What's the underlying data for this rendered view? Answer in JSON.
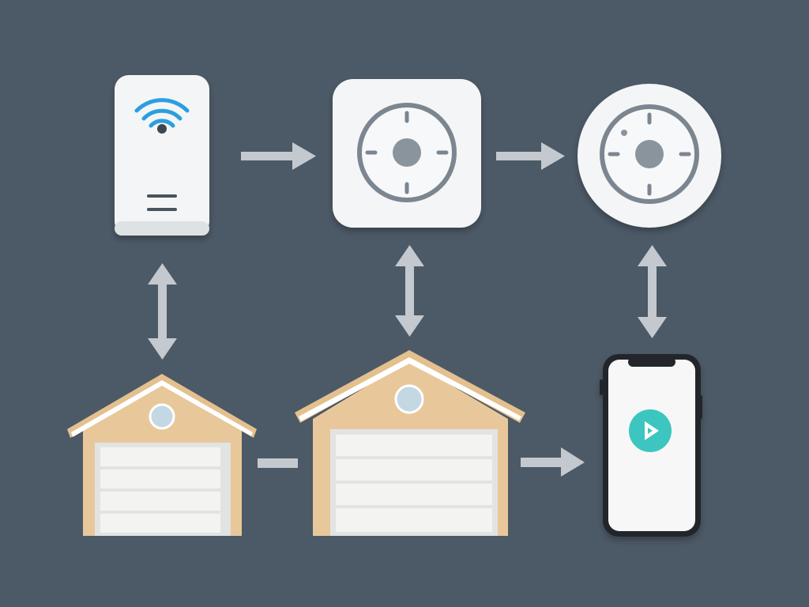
{
  "colors": {
    "background": "#4c5966",
    "device": "#f4f5f6",
    "wifi": "#2a9fe0",
    "dial": "#7b8690",
    "arrow": "#c3c9ce",
    "garage_wall": "#e8c89a",
    "garage_door": "#f3f3f1",
    "app_accent": "#3cc5c0"
  },
  "nodes": [
    {
      "id": "router",
      "icon": "wifi-router-icon"
    },
    {
      "id": "hub",
      "icon": "square-hub-dial-icon"
    },
    {
      "id": "controller",
      "icon": "round-dial-controller-icon"
    },
    {
      "id": "garage-1",
      "icon": "garage-icon"
    },
    {
      "id": "garage-2",
      "icon": "garage-icon"
    },
    {
      "id": "phone",
      "icon": "smartphone-app-icon"
    }
  ],
  "edges": [
    {
      "from": "router",
      "to": "hub",
      "type": "one-way"
    },
    {
      "from": "hub",
      "to": "controller",
      "type": "one-way"
    },
    {
      "from": "router",
      "to": "garage-1",
      "type": "two-way"
    },
    {
      "from": "hub",
      "to": "garage-2",
      "type": "two-way"
    },
    {
      "from": "controller",
      "to": "phone",
      "type": "two-way"
    },
    {
      "from": "garage-1",
      "to": "garage-2",
      "type": "line"
    },
    {
      "from": "garage-2",
      "to": "phone",
      "type": "one-way"
    }
  ]
}
